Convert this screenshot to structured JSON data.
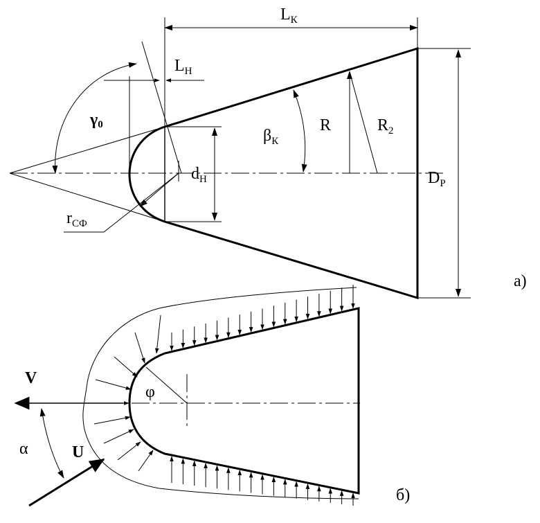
{
  "figure_a": {
    "panel_label": "а)",
    "L_K": {
      "main": "L",
      "sub": "К"
    },
    "L_H": {
      "main": "L",
      "sub": "Н"
    },
    "gamma0": {
      "main": "γ",
      "sub": "0"
    },
    "beta_K": {
      "main": "β",
      "sub": "К"
    },
    "R": "R",
    "R2": {
      "main": "R",
      "sub": "2"
    },
    "d_H": {
      "main": "d",
      "sub": "Н"
    },
    "D_P": {
      "main": "D",
      "sub": "Р"
    },
    "r_SF": {
      "main": "r",
      "sub": "СФ"
    }
  },
  "figure_b": {
    "panel_label": "б)",
    "V": "V",
    "U": "U",
    "alpha": "α",
    "phi": "φ"
  }
}
